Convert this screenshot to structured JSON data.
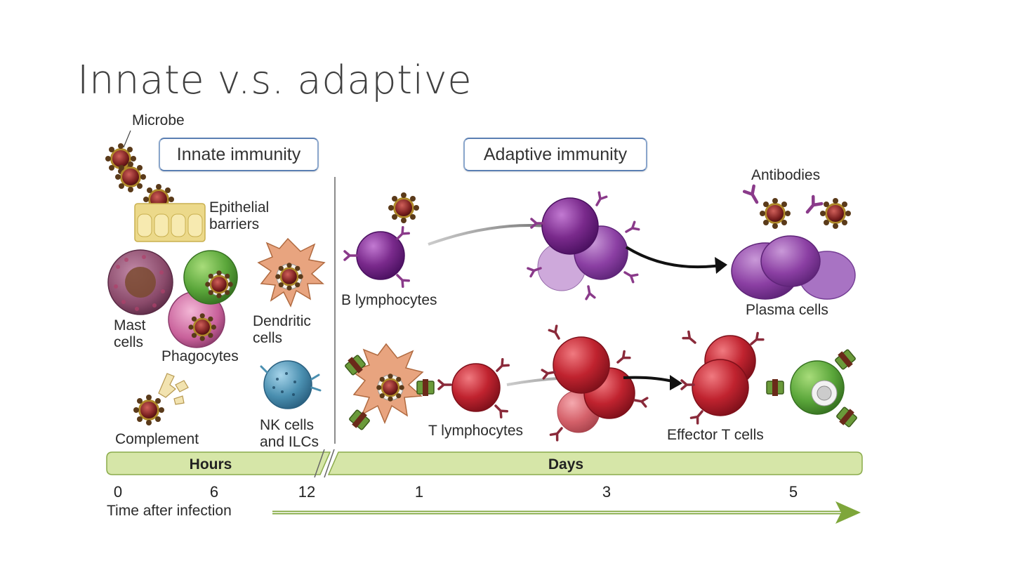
{
  "slide": {
    "title": "Innate v.s. adaptive"
  },
  "sections": {
    "innate": "Innate immunity",
    "adaptive": "Adaptive immunity"
  },
  "labels": {
    "microbe": "Microbe",
    "epithelial": "Epithelial\nbarriers",
    "mast": "Mast\ncells",
    "phagocytes": "Phagocytes",
    "dendritic": "Dendritic\ncells",
    "complement": "Complement",
    "nk": "NK cells\nand ILCs",
    "b_lymph": "B lymphocytes",
    "t_lymph": "T lymphocytes",
    "antibodies": "Antibodies",
    "plasma": "Plasma cells",
    "effector": "Effector T cells"
  },
  "timeline": {
    "hours_label": "Hours",
    "days_label": "Days",
    "axis_label": "Time after infection",
    "ticks": [
      "0",
      "6",
      "12",
      "1",
      "3",
      "5"
    ]
  },
  "colors": {
    "band_fill": "#d6e6a8",
    "band_stroke": "#8aab4a",
    "arrow_green": "#7ea63a",
    "b_cell": "#7a2a8c",
    "plasma": "#8b3fa3",
    "t_cell": "#c0232f",
    "dendritic": "#e8a47f",
    "mast": "#8a4a6a",
    "phago_green": "#5aa63a",
    "nk_blue": "#4a8fb0",
    "microbe": "#7a1f1f",
    "receptor": "#8a2a3a"
  }
}
